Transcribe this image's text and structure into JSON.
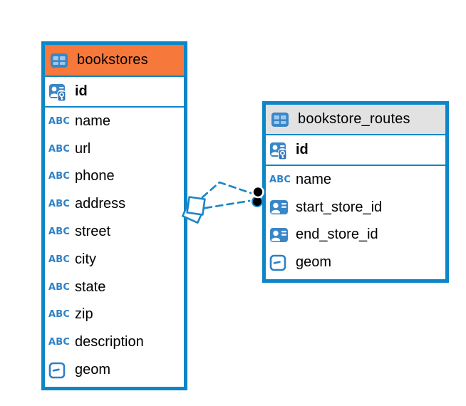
{
  "diagram": {
    "background": "#ffffff",
    "colors": {
      "table_border": "#0d86c8",
      "selected_header": "#f6793b",
      "default_header": "#e2e2e2",
      "relation_line": "#1d86c6",
      "icon_blue": "#3a86c7",
      "icon_blue_light": "#9dc9ec",
      "abc_blue": "#2e80c5"
    },
    "icons": {
      "text_label": "ABC"
    },
    "tables": [
      {
        "name": "bookstores",
        "selected": true,
        "header_color": "#f6793b",
        "icon": "table-icon",
        "primary_key": {
          "name": "id",
          "icon": "primary-key-icon"
        },
        "fields": [
          {
            "name": "name",
            "icon": "text-type-icon"
          },
          {
            "name": "url",
            "icon": "text-type-icon"
          },
          {
            "name": "phone",
            "icon": "text-type-icon"
          },
          {
            "name": "address",
            "icon": "text-type-icon"
          },
          {
            "name": "street",
            "icon": "text-type-icon"
          },
          {
            "name": "city",
            "icon": "text-type-icon"
          },
          {
            "name": "state",
            "icon": "text-type-icon"
          },
          {
            "name": "zip",
            "icon": "text-type-icon"
          },
          {
            "name": "description",
            "icon": "text-type-icon"
          },
          {
            "name": "geom",
            "icon": "geometry-type-icon"
          }
        ]
      },
      {
        "name": "bookstore_routes",
        "selected": false,
        "header_color": "#e2e2e2",
        "icon": "table-icon",
        "primary_key": {
          "name": "id",
          "icon": "primary-key-icon"
        },
        "fields": [
          {
            "name": "name",
            "icon": "text-type-icon"
          },
          {
            "name": "start_store_id",
            "icon": "reference-type-icon"
          },
          {
            "name": "end_store_id",
            "icon": "reference-type-icon"
          },
          {
            "name": "geom",
            "icon": "geometry-type-icon"
          }
        ]
      }
    ],
    "relationship": {
      "from_table": "bookstores",
      "to_table": "bookstore_routes",
      "line_style": "dashed",
      "line_count": 2
    }
  }
}
